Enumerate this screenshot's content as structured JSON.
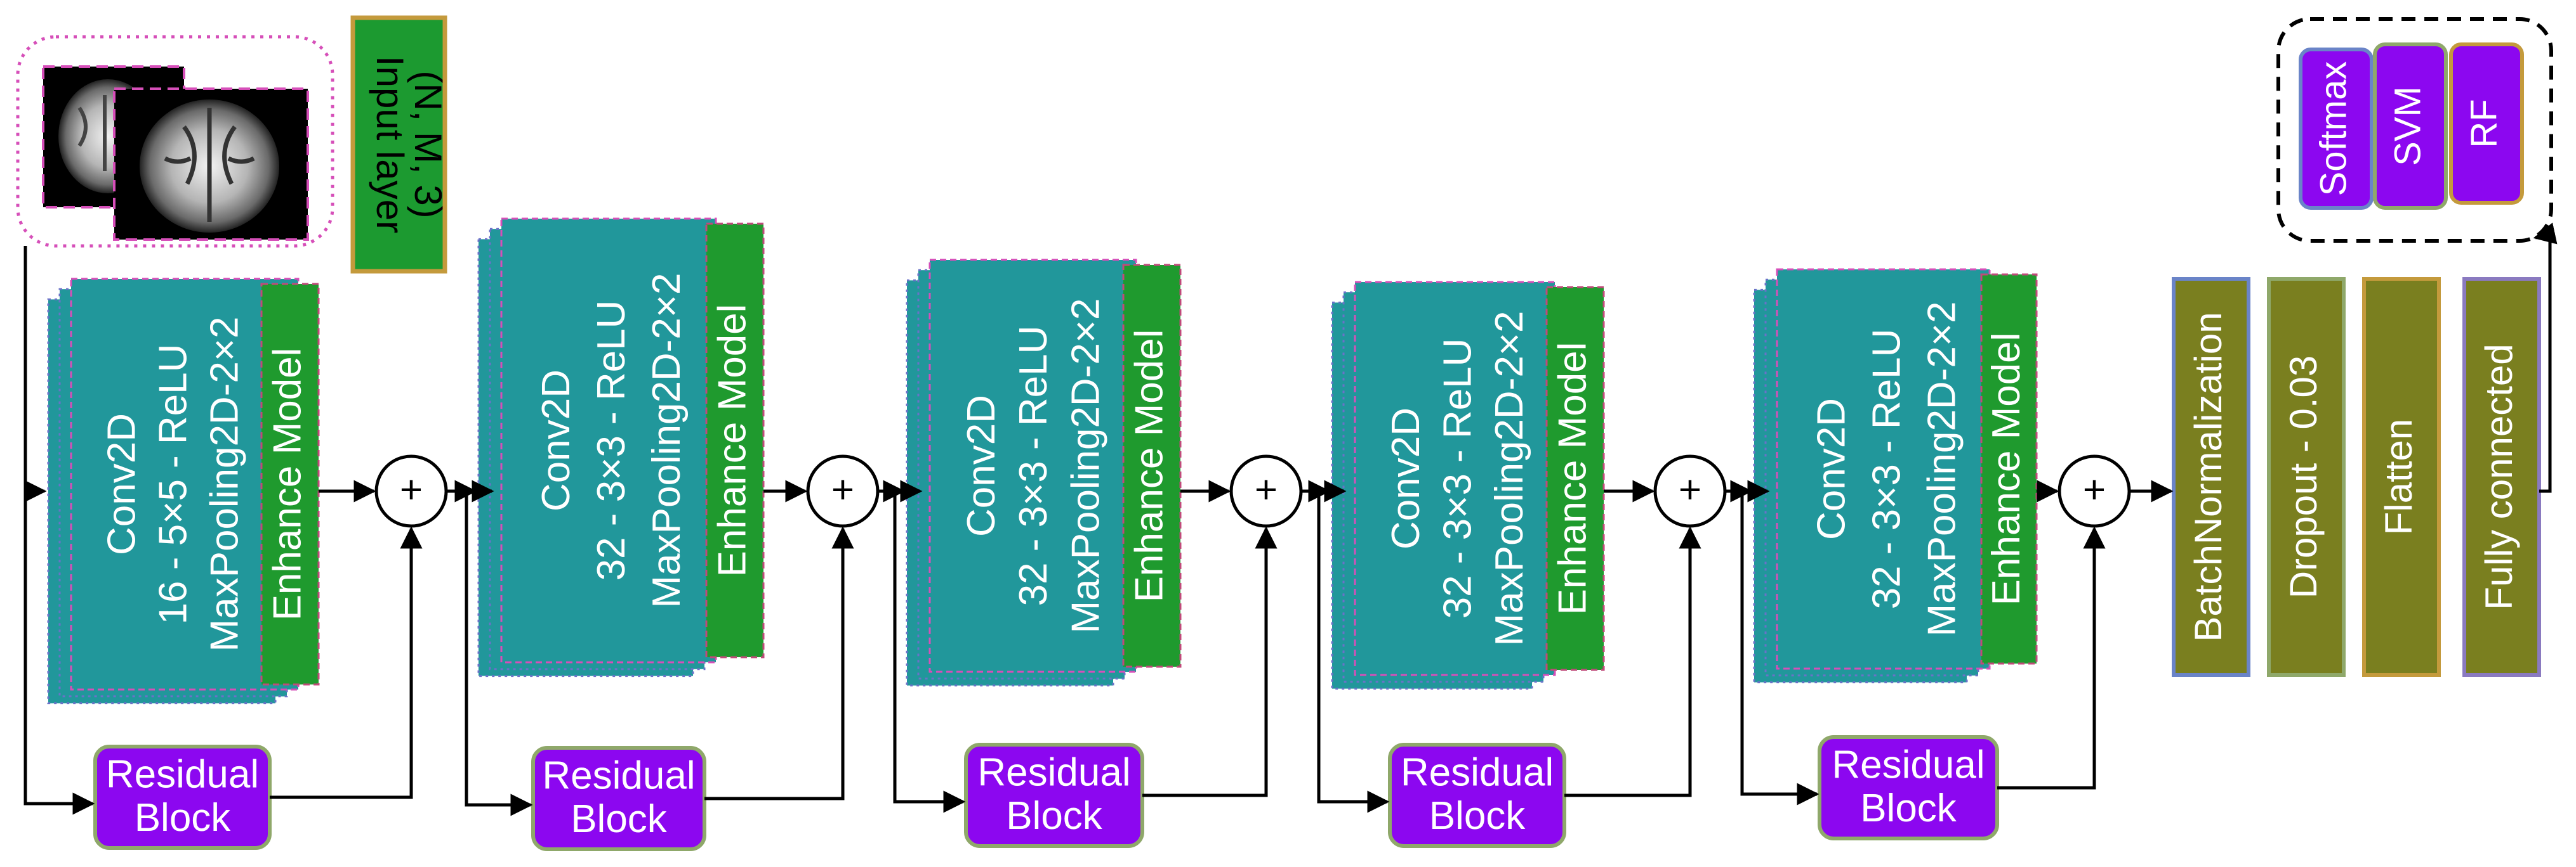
{
  "colors": {
    "teal": "#21979b",
    "enhance_green": "#1f9a2e",
    "input_green": "#1c9a30",
    "purple": "#8c07f0",
    "olive": "#7a7f1f",
    "gold_border": "#c49a3c",
    "pink_dotted": "#d64fb9",
    "text_white": "#ffffff",
    "arrow": "#000000"
  },
  "input_layer": {
    "label_line1": "Input layer",
    "label_line2": "(N, M, 3)",
    "mri_images_icon": "brain-mri-slices-icon"
  },
  "stages": [
    {
      "conv_line1": "Conv2D",
      "conv_line2": "16 - 5×5 - ReLU",
      "conv_line3": "MaxPooling2D-2×2",
      "enhance_label": "Enhance Model",
      "residual_line1": "Residual",
      "residual_line2": "Block",
      "add_symbol": "+"
    },
    {
      "conv_line1": "Conv2D",
      "conv_line2": "32 - 3×3 - ReLU",
      "conv_line3": "MaxPooling2D-2×2",
      "enhance_label": "Enhance Model",
      "residual_line1": "Residual",
      "residual_line2": "Block",
      "add_symbol": "+"
    },
    {
      "conv_line1": "Conv2D",
      "conv_line2": "32 - 3×3 - ReLU",
      "conv_line3": "MaxPooling2D-2×2",
      "enhance_label": "Enhance Model",
      "residual_line1": "Residual",
      "residual_line2": "Block",
      "add_symbol": "+"
    },
    {
      "conv_line1": "Conv2D",
      "conv_line2": "32 - 3×3 - ReLU",
      "conv_line3": "MaxPooling2D-2×2",
      "enhance_label": "Enhance Model",
      "residual_line1": "Residual",
      "residual_line2": "Block",
      "add_symbol": "+"
    },
    {
      "conv_line1": "Conv2D",
      "conv_line2": "32 - 3×3 - ReLU",
      "conv_line3": "MaxPooling2D-2×2",
      "enhance_label": "Enhance Model",
      "residual_line1": "Residual",
      "residual_line2": "Block",
      "add_symbol": "+"
    }
  ],
  "head_layers": [
    "BatchNormalization",
    "Dropout - 0.03",
    "Flatten",
    "Fully connected"
  ],
  "classifiers": [
    "Softmax",
    "SVM",
    "RF"
  ]
}
